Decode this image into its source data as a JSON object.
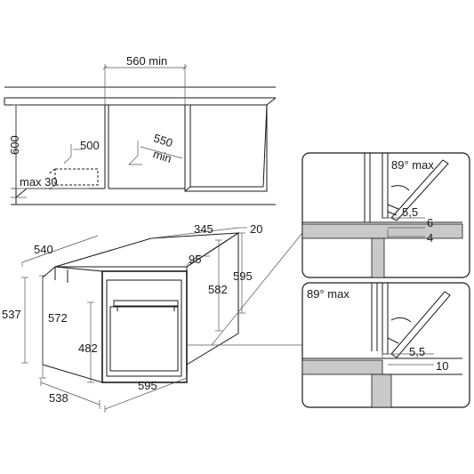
{
  "dimensions": {
    "niche_width_min": "560 min",
    "niche_height": "600",
    "niche_depth_500": "500",
    "niche_depth_550": "550",
    "niche_depth_550_min": "min",
    "max_30": "max 30",
    "oven_depth_540": "540",
    "oven_345": "345",
    "oven_20": "20",
    "oven_95": "95",
    "oven_595_height": "595",
    "oven_582": "582",
    "oven_537": "537",
    "oven_572": "572",
    "oven_482": "482",
    "oven_538": "538",
    "oven_595_width": "595"
  },
  "detail_top": {
    "angle": "89° max",
    "gap": "5,5",
    "dim_6": "6",
    "dim_4": "4"
  },
  "detail_bottom": {
    "angle": "89° max",
    "gap": "5,5",
    "dim_10": "10"
  },
  "colors": {
    "line": "#1a1a1a",
    "hatch_gray": "#c9c9c9"
  }
}
